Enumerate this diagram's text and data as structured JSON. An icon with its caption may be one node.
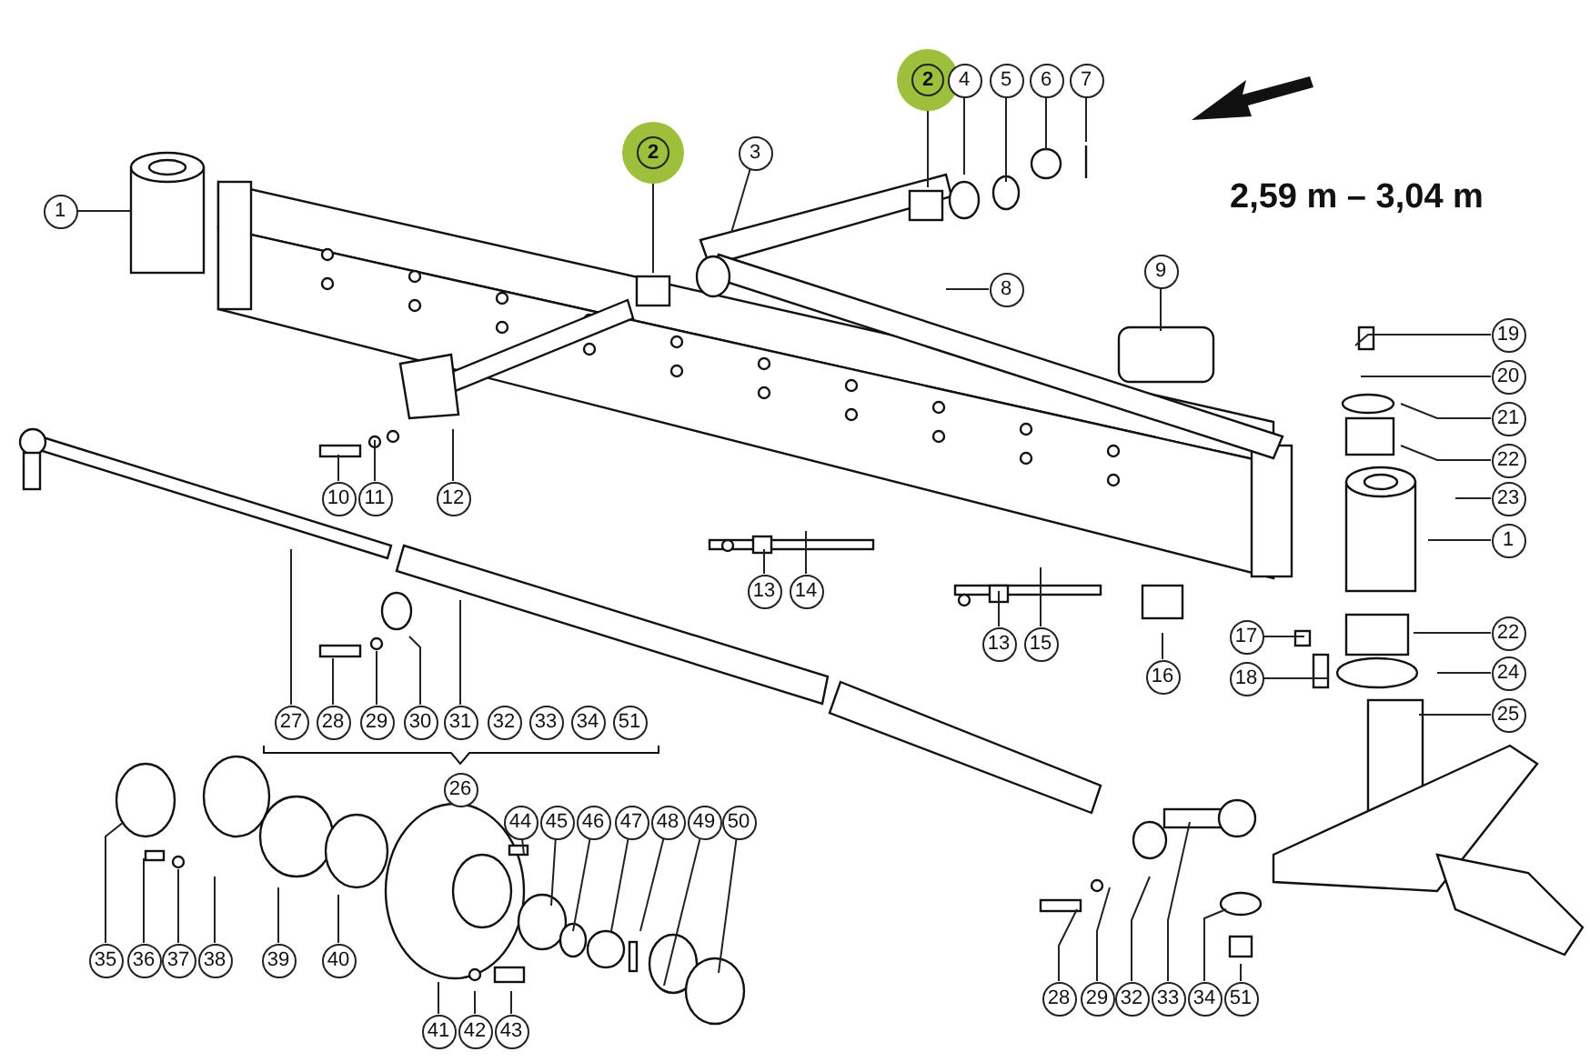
{
  "diagram": {
    "nodes": [
      {
        "text": [
          "2"
        ]
      },
      {
        "text": [
          "4"
        ]
      },
      {
        "text": [
          "5"
        ]
      },
      {
        "text": [
          "6"
        ]
      },
      {
        "text": [
          "7"
        ]
      },
      {
        "text": [
          "2"
        ]
      },
      {
        "text": [
          "3"
        ]
      },
      {
        "text": [
          "1"
        ]
      },
      {
        "text": [
          "9"
        ]
      },
      {
        "text": [
          "8"
        ]
      },
      {
        "text": [
          "19"
        ]
      },
      {
        "text": [
          "20"
        ]
      },
      {
        "text": [
          "21"
        ]
      },
      {
        "text": [
          "22"
        ]
      },
      {
        "text": [
          "10"
        ]
      },
      {
        "text": [
          "11"
        ]
      },
      {
        "text": [
          "12"
        ]
      },
      {
        "text": [
          "23"
        ]
      },
      {
        "text": [
          "1"
        ]
      },
      {
        "text": [
          "13"
        ]
      },
      {
        "text": [
          "14"
        ]
      },
      {
        "text": [
          "22"
        ]
      },
      {
        "text": [
          "17"
        ]
      },
      {
        "text": [
          "13"
        ]
      },
      {
        "text": [
          "15"
        ]
      },
      {
        "text": [
          "24"
        ]
      },
      {
        "text": [
          "16"
        ]
      },
      {
        "text": [
          "18"
        ]
      },
      {
        "text": [
          "25"
        ]
      },
      {
        "text": [
          "27"
        ]
      },
      {
        "text": [
          "28"
        ]
      },
      {
        "text": [
          "29"
        ]
      },
      {
        "text": [
          "30"
        ]
      },
      {
        "text": [
          "31"
        ]
      },
      {
        "text": [
          "32"
        ]
      },
      {
        "text": [
          "33"
        ]
      },
      {
        "text": [
          "34"
        ]
      },
      {
        "text": [
          "51"
        ]
      },
      {
        "text": [
          "26"
        ]
      },
      {
        "text": [
          "44"
        ]
      },
      {
        "text": [
          "45"
        ]
      },
      {
        "text": [
          "46"
        ]
      },
      {
        "text": [
          "47"
        ]
      },
      {
        "text": [
          "48"
        ]
      },
      {
        "text": [
          "49"
        ]
      },
      {
        "text": [
          "50"
        ]
      },
      {
        "text": [
          "35"
        ]
      },
      {
        "text": [
          "36"
        ]
      },
      {
        "text": [
          "37"
        ]
      },
      {
        "text": [
          "38"
        ]
      },
      {
        "text": [
          "39"
        ]
      },
      {
        "text": [
          "40"
        ]
      },
      {
        "text": [
          "28"
        ]
      },
      {
        "text": [
          "29"
        ]
      },
      {
        "text": [
          "32"
        ]
      },
      {
        "text": [
          "33"
        ]
      },
      {
        "text": [
          "34"
        ]
      },
      {
        "text": [
          "51"
        ]
      },
      {
        "text": [
          "41"
        ]
      },
      {
        "text": [
          "42"
        ]
      },
      {
        "text": [
          "43"
        ]
      }
    ],
    "edges": [
      {
        "from": 0,
        "to": null,
        "arrow": "none"
      },
      {
        "from": 1,
        "to": null,
        "arrow": "none"
      },
      {
        "from": 2,
        "to": null,
        "arrow": "none"
      },
      {
        "from": 3,
        "to": null,
        "arrow": "none"
      },
      {
        "from": 4,
        "to": null,
        "arrow": "none"
      },
      {
        "from": 5,
        "to": null,
        "arrow": "none"
      },
      {
        "from": 6,
        "to": null,
        "arrow": "none"
      },
      {
        "from": 7,
        "to": null,
        "arrow": "none"
      },
      {
        "from": 8,
        "to": null,
        "arrow": "none"
      },
      {
        "from": 9,
        "to": null,
        "arrow": "none"
      },
      {
        "from": 10,
        "to": null,
        "arrow": "none"
      },
      {
        "from": 11,
        "to": null,
        "arrow": "none"
      },
      {
        "from": 12,
        "to": null,
        "arrow": "none"
      },
      {
        "from": 13,
        "to": null,
        "arrow": "none"
      },
      {
        "from": 14,
        "to": null,
        "arrow": "none"
      },
      {
        "from": 15,
        "to": null,
        "arrow": "none"
      },
      {
        "from": 16,
        "to": null,
        "arrow": "none"
      },
      {
        "from": 17,
        "to": null,
        "arrow": "none"
      },
      {
        "from": 18,
        "to": null,
        "arrow": "none"
      },
      {
        "from": 19,
        "to": null,
        "arrow": "none"
      },
      {
        "from": 20,
        "to": null,
        "arrow": "none"
      },
      {
        "from": 21,
        "to": null,
        "arrow": "none"
      },
      {
        "from": 22,
        "to": null,
        "arrow": "none"
      },
      {
        "from": 23,
        "to": null,
        "arrow": "none"
      },
      {
        "from": 24,
        "to": null,
        "arrow": "none"
      },
      {
        "from": 25,
        "to": null,
        "arrow": "none"
      },
      {
        "from": 26,
        "to": null,
        "arrow": "none"
      },
      {
        "from": 27,
        "to": null,
        "arrow": "none"
      },
      {
        "from": 28,
        "to": null,
        "arrow": "none"
      },
      {
        "from": 29,
        "to": null,
        "arrow": "none"
      },
      {
        "from": 30,
        "to": null,
        "arrow": "none"
      },
      {
        "from": 31,
        "to": null,
        "arrow": "none"
      },
      {
        "from": 32,
        "to": null,
        "arrow": "none"
      },
      {
        "from": 33,
        "to": null,
        "arrow": "none"
      },
      {
        "from": 39,
        "to": null,
        "arrow": "none"
      },
      {
        "from": 40,
        "to": null,
        "arrow": "none"
      },
      {
        "from": 41,
        "to": null,
        "arrow": "none"
      },
      {
        "from": 42,
        "to": null,
        "arrow": "none"
      },
      {
        "from": 43,
        "to": null,
        "arrow": "none"
      },
      {
        "from": 44,
        "to": null,
        "arrow": "none"
      },
      {
        "from": 45,
        "to": null,
        "arrow": "none"
      },
      {
        "from": 46,
        "to": null,
        "arrow": "none"
      },
      {
        "from": 47,
        "to": null,
        "arrow": "none"
      },
      {
        "from": 48,
        "to": null,
        "arrow": "none"
      },
      {
        "from": 49,
        "to": null,
        "arrow": "none"
      },
      {
        "from": 50,
        "to": null,
        "arrow": "none"
      },
      {
        "from": 51,
        "to": null,
        "arrow": "none"
      },
      {
        "from": 52,
        "to": null,
        "arrow": "none"
      },
      {
        "from": 53,
        "to": null,
        "arrow": "none"
      },
      {
        "from": 54,
        "to": null,
        "arrow": "none"
      },
      {
        "from": 55,
        "to": null,
        "arrow": "none"
      },
      {
        "from": 56,
        "to": null,
        "arrow": "none"
      },
      {
        "from": 57,
        "to": null,
        "arrow": "none"
      },
      {
        "from": 58,
        "to": null,
        "arrow": "none"
      },
      {
        "from": 59,
        "to": null,
        "arrow": "none"
      },
      {
        "from": 60,
        "to": null,
        "arrow": "none"
      }
    ],
    "labels": [
      "2,59 m – 3,04 m"
    ]
  }
}
